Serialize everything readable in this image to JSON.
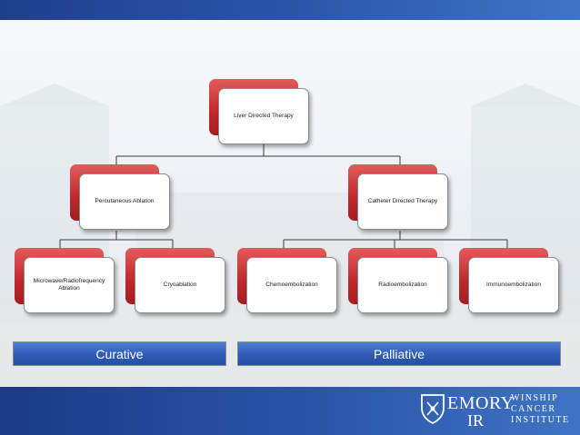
{
  "diagram": {
    "root": {
      "label": "Liver Directed Therapy"
    },
    "level2": [
      {
        "label": "Percutaneous Ablation"
      },
      {
        "label": "Catheter Directed Therapy"
      }
    ],
    "level3": [
      {
        "label": "Microwave/Radiofrequency Ablation"
      },
      {
        "label": "Cryoablation"
      },
      {
        "label": "Chemoembolization"
      },
      {
        "label": "Radioembolization"
      },
      {
        "label": "Immunoembolization"
      }
    ]
  },
  "categories": {
    "curative": "Curative",
    "palliative": "Palliative"
  },
  "logos": {
    "emory": "EMORY",
    "ir": "IR",
    "winship": [
      "WINSHIP",
      "CANCER",
      "INSTITUTE"
    ]
  },
  "colors": {
    "top_bar": "#2a55a8",
    "box_accent": "#c0282b",
    "category_bar": "#2e5bb5"
  }
}
